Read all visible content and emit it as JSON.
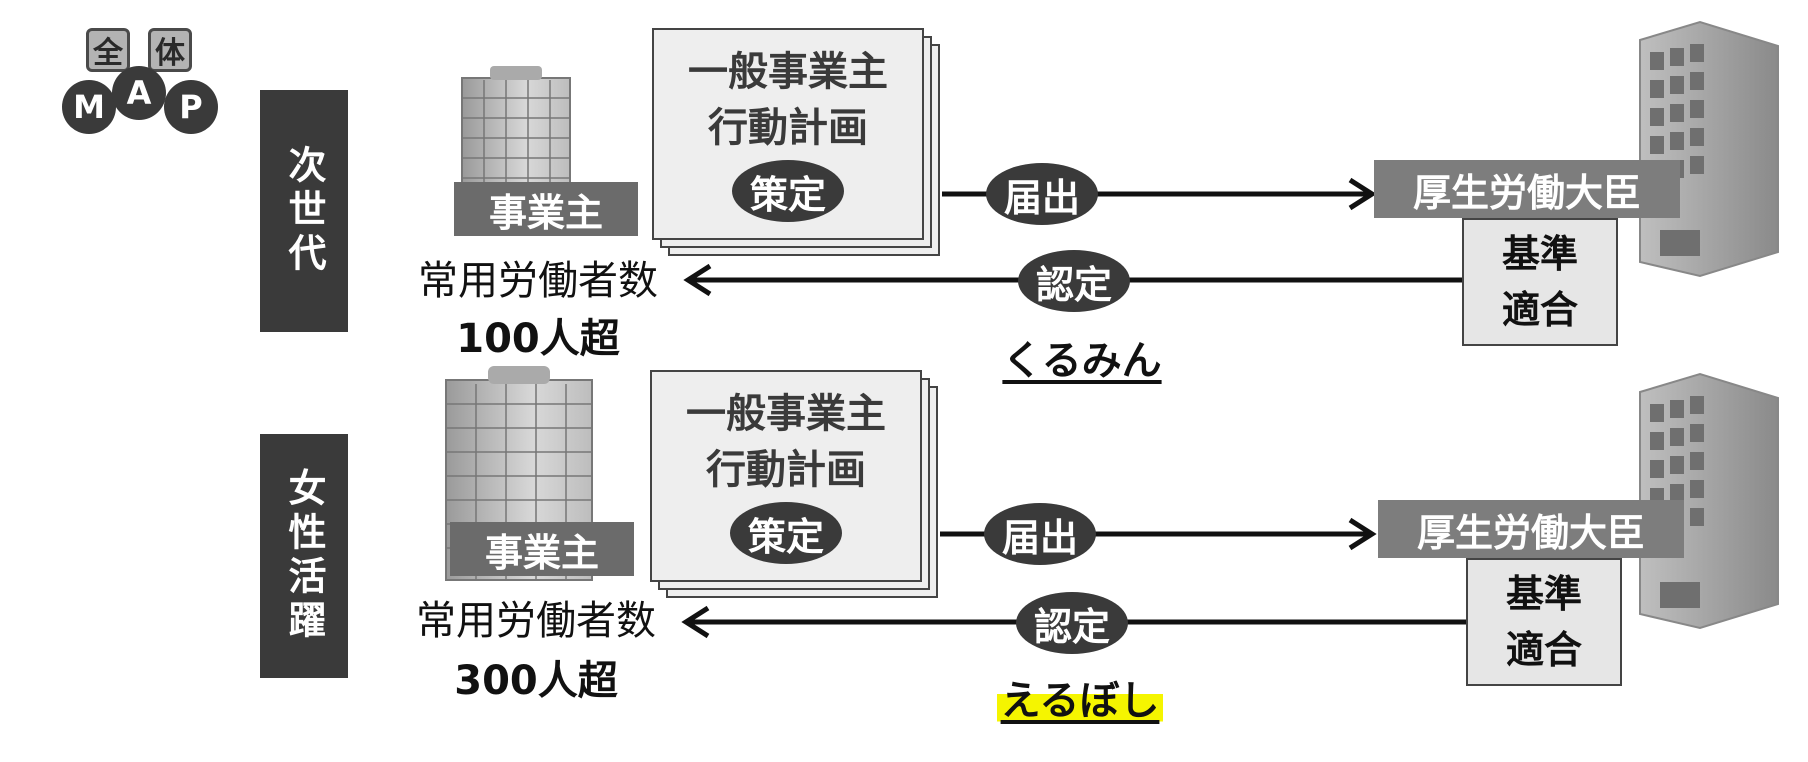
{
  "logo": {
    "top_left": "全",
    "top_right": "体",
    "letters": [
      "M",
      "A",
      "P"
    ]
  },
  "rows": [
    {
      "label": "次世代",
      "employer": "事業主",
      "workers_label": "常用労働者数",
      "threshold": "100人超",
      "plan_title_line1": "一般事業主",
      "plan_title_line2": "行動計画",
      "plan_action": "策定",
      "submit": "届出",
      "certify": "認定",
      "authority": "厚生労働大臣",
      "criteria_line1": "基準",
      "criteria_line2": "適合",
      "cert_name": "くるみん"
    },
    {
      "label": "女性活躍",
      "employer": "事業主",
      "workers_label": "常用労働者数",
      "threshold": "300人超",
      "plan_title_line1": "一般事業主",
      "plan_title_line2": "行動計画",
      "plan_action": "策定",
      "submit": "届出",
      "certify": "認定",
      "authority": "厚生労働大臣",
      "criteria_line1": "基準",
      "criteria_line2": "適合",
      "cert_name": "えるぼし"
    }
  ],
  "colors": {
    "highlight": "#f5f500",
    "dark": "#3a3a3a"
  }
}
